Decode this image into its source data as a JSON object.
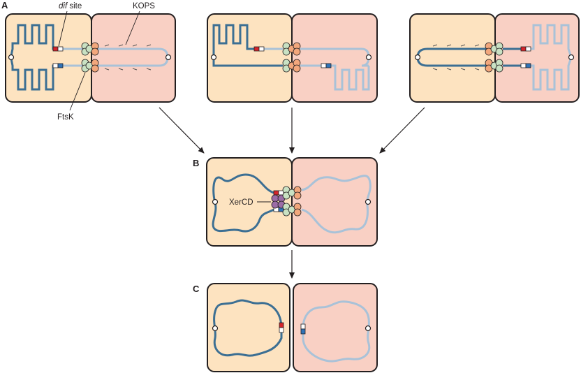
{
  "panels": {
    "a": "A",
    "b": "B",
    "c": "C"
  },
  "labels": {
    "dif_italic": "dif",
    "dif_rest": " site",
    "kops": "KOPS",
    "ftsk": "FtsK",
    "xercd": "XerCD"
  },
  "colors": {
    "left_cell": "#fde3c0",
    "right_cell": "#f9d0c4",
    "cell_border": "#231f20",
    "dna_dark": "#3c6f93",
    "dna_light": "#a9c2d8",
    "dif_red": "#d4262c",
    "dif_blue": "#2f73b8",
    "ftsk_green": "#c9e1c3",
    "ftsk_orange": "#f2a77c",
    "xercd_purple": "#9b6ca6"
  }
}
